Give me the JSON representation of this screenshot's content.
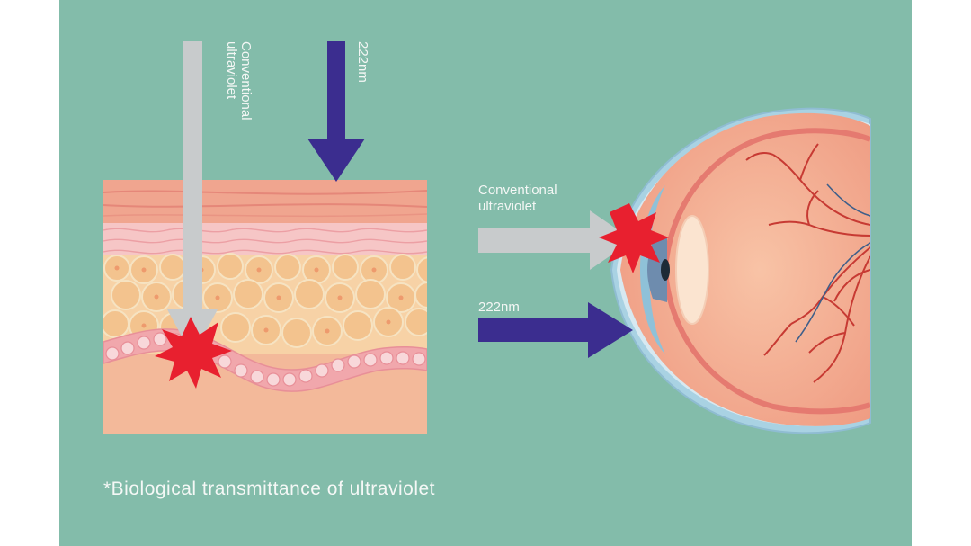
{
  "skin_panel": {
    "conventional_label": "Conventional ultraviolet",
    "nm_label": "222nm"
  },
  "eye_panel": {
    "conventional_label_line1": "Conventional",
    "conventional_label_line2": "ultraviolet",
    "nm_label": "222nm"
  },
  "caption": "*Biological transmittance of ultraviolet",
  "colors": {
    "background": "#83bcaa",
    "conventional_arrow": "#c8cbcc",
    "nm222_arrow": "#3b2d8f",
    "impact_burst": "#e8202f",
    "skin": "#f3b99a",
    "eye": "#f5b49a"
  }
}
